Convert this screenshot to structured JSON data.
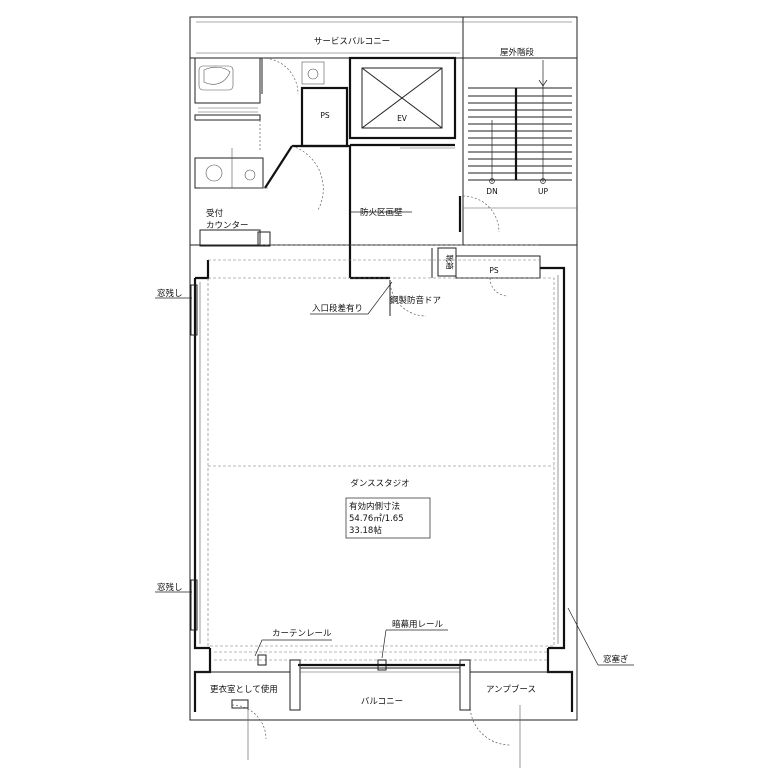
{
  "labels": {
    "service_balcony": "サービスバルコニー",
    "outdoor_stairs": "屋外階段",
    "ps_upper": "PS",
    "ev": "EV",
    "dn": "DN",
    "up": "UP",
    "reception": "受付",
    "counter": "カウンター",
    "fire_wall": "防火区画壁",
    "shoe_box": "靴箱",
    "ps_lower": "PS",
    "window_left_top": "窓残し",
    "entrance_step": "入口段差有り",
    "steel_door": "鋼製防音ドア",
    "studio_name": "ダンススタジオ",
    "dims_title": "有効内側寸法",
    "dims_area": "54.76㎡/1.65",
    "dims_tatami": "33.18帖",
    "window_left_bottom": "窓残し",
    "curtain_rail": "カーテンレール",
    "blackout_rail": "暗幕用レール",
    "window_blocked": "窓塞ぎ",
    "changing_room": "更衣室として使用",
    "balcony": "バルコニー",
    "amp_booth": "アンプブース"
  }
}
